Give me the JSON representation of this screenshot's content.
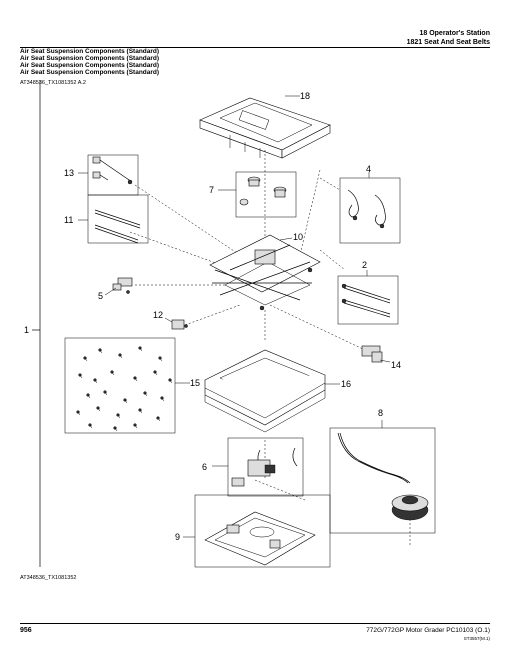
{
  "header": {
    "section": "18 Operator's Station",
    "subsection": "1821 Seat And Seat Belts"
  },
  "titles": [
    "Air Seat Suspension Components (Standard)",
    "Air Seat Suspension Components (Standard)",
    "Air Seat Suspension Components (Standard)",
    "Air Seat Suspension Components (Standard)"
  ],
  "figure": {
    "ref_top": "AT348536_TX1081352 A.2",
    "ref_bottom": "AT348536_TX1081352",
    "callouts": [
      "1",
      "2",
      "4",
      "5",
      "6",
      "7",
      "8",
      "9",
      "10",
      "11",
      "12",
      "13",
      "14",
      "15",
      "16",
      "18"
    ]
  },
  "footer": {
    "page": "956",
    "model": "772G/772GP Motor Grader   PC10103   (O.1)",
    "code": "ST3557(M.1)"
  }
}
